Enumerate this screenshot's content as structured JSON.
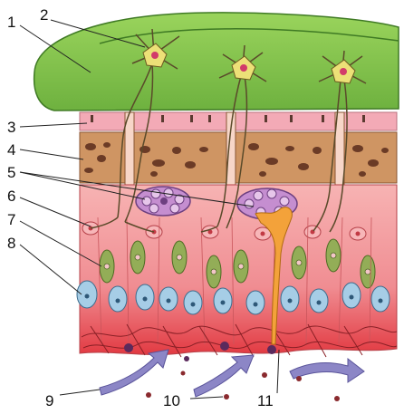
{
  "labels": [
    "1",
    "2",
    "3",
    "4",
    "5",
    "6",
    "7",
    "8",
    "9",
    "10",
    "11"
  ],
  "colors": {
    "green_layer": "#7fc64a",
    "green_dark": "#4d8a2e",
    "pink_top": "#f2a7b4",
    "porous_band": "#c9895a",
    "porous_holes": "#6b3b26",
    "tissue_pink": "#f5a5a8",
    "tissue_red": "#e54046",
    "cell_green": "#8dab54",
    "cell_blue": "#a9cfe6",
    "gland_purple": "#a77bb8",
    "neuron_yellow": "#f0e07a",
    "arrow_blue": "#8b86c4",
    "orange_process": "#f09a2a"
  }
}
